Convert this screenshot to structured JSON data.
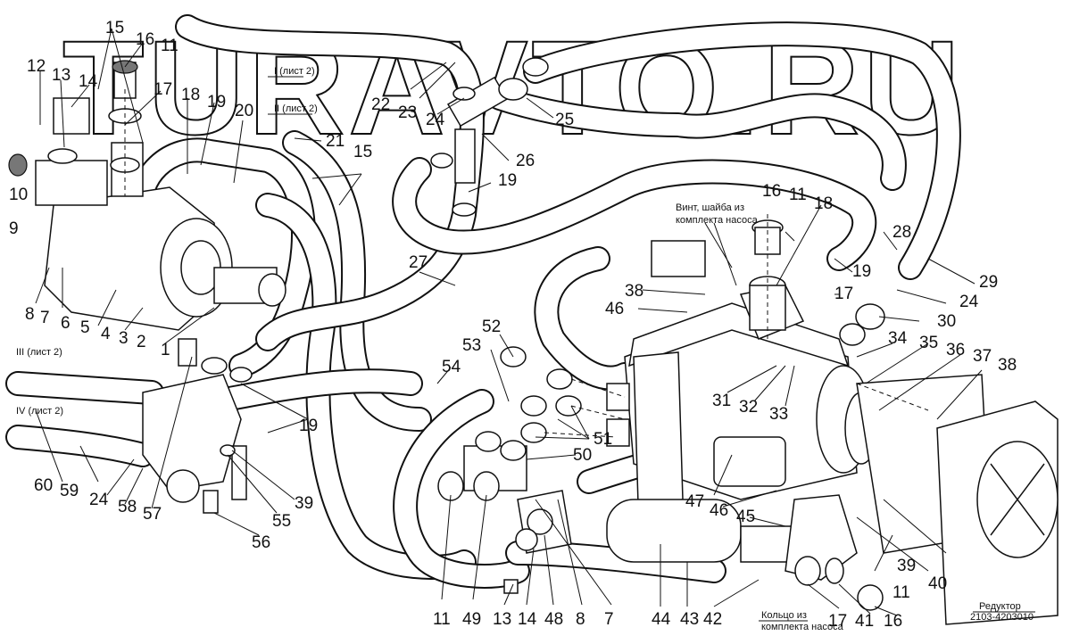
{
  "watermark": "TURAVTO.RU",
  "notes": {
    "sheet_1": "I (лист 2)",
    "sheet_2": "II (лист 2)",
    "sheet_3": "III (лист 2)",
    "sheet_4": "IV (лист 2)",
    "screw_washer": "Винт, шайба из",
    "screw_washer_2": "комплекта насоса",
    "ring_kit": "Кольцо из",
    "ring_kit_2": "комплекта насоса",
    "reducer": "Редуктор",
    "reducer_code": "2103-4203010"
  },
  "callouts": [
    "15",
    "16",
    "11",
    "12",
    "13",
    "14",
    "17",
    "18",
    "19",
    "20",
    "10",
    "9",
    "21",
    "22",
    "23",
    "24",
    "25",
    "26",
    "19",
    "15",
    "27",
    "8",
    "7",
    "6",
    "5",
    "4",
    "3",
    "2",
    "1",
    "16",
    "11",
    "18",
    "28",
    "19",
    "29",
    "24",
    "30",
    "38",
    "46",
    "17",
    "52",
    "53",
    "54",
    "34",
    "35",
    "36",
    "37",
    "38",
    "31",
    "32",
    "33",
    "51",
    "50",
    "47",
    "46",
    "45",
    "60",
    "59",
    "24",
    "58",
    "57",
    "19",
    "39",
    "55",
    "56",
    "11",
    "49",
    "13",
    "14",
    "48",
    "8",
    "7",
    "44",
    "43",
    "42",
    "17",
    "41",
    "16",
    "11",
    "40",
    "39"
  ]
}
